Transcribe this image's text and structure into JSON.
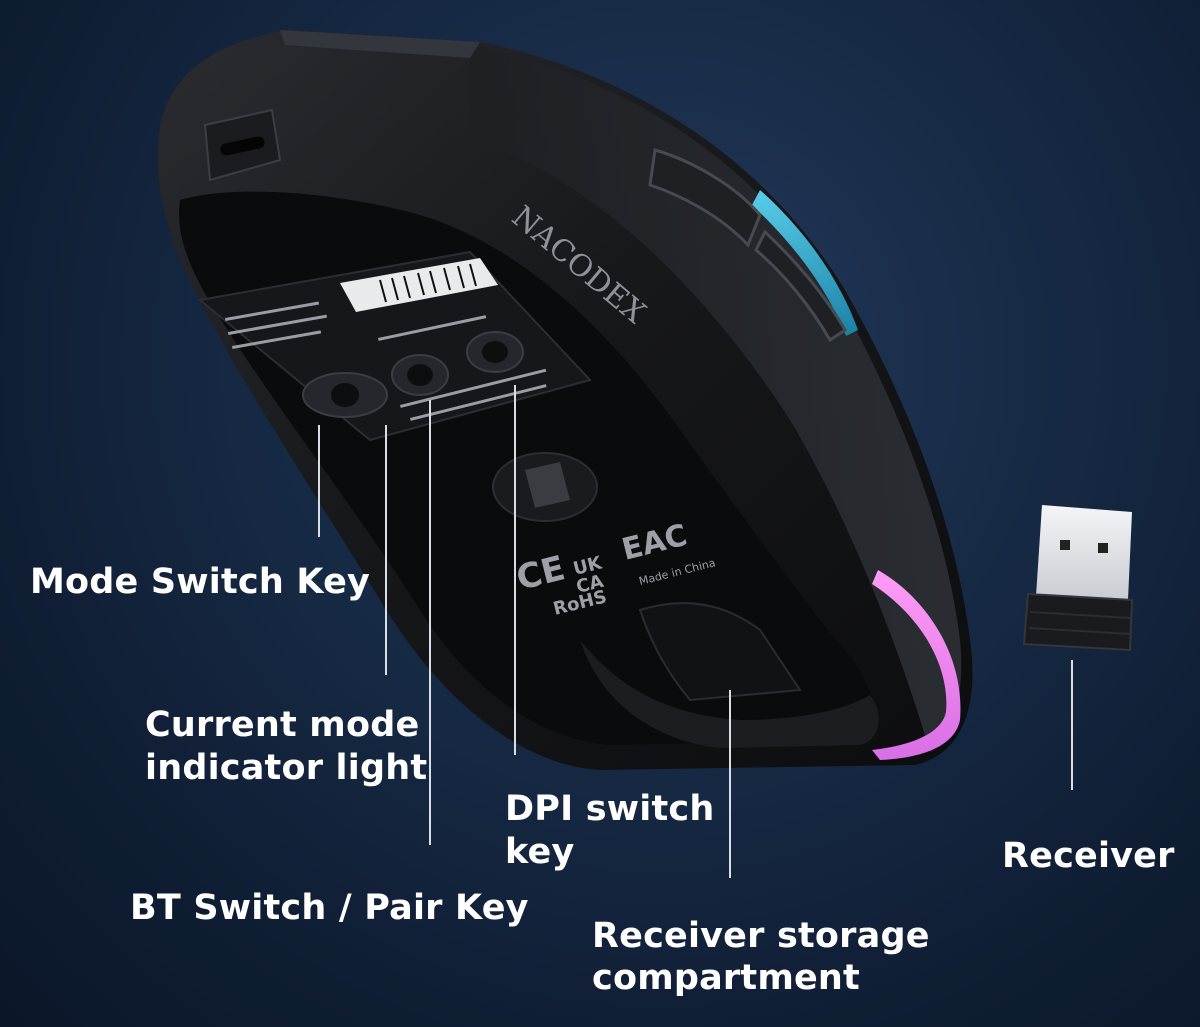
{
  "brand": {
    "logo_text": "NACODEX"
  },
  "callouts": {
    "mode_switch": "Mode Switch Key",
    "current_mode_line1": "Current mode",
    "current_mode_line2": "indicator light",
    "bt_switch": "BT Switch / Pair Key",
    "dpi_line1": "DPI switch",
    "dpi_line2": "key",
    "storage_line1": "Receiver storage",
    "storage_line2": "compartment",
    "receiver": "Receiver"
  },
  "certifications": {
    "marks": "CE UK CA EAC",
    "rohs": "RoHS",
    "made_in": "Made in China"
  },
  "colors": {
    "background": "#152641",
    "mouse_body": "#141518",
    "rgb_strip": "#ff7bf0",
    "side_glow": "#39c3e6",
    "label_text": "#ffffff",
    "leader_line": "#d9dde4"
  }
}
